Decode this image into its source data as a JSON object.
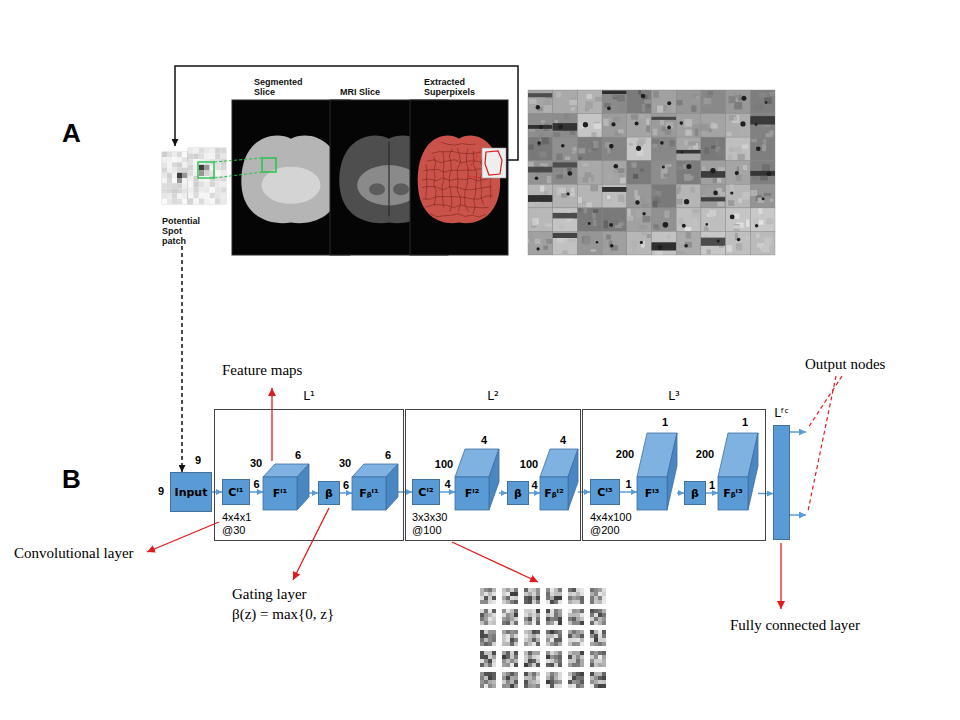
{
  "diagram": {
    "nodes": [
      {
        "text": [
          "Potential Spot patch"
        ]
      },
      {
        "text": [
          "Segmented Slice"
        ]
      },
      {
        "text": [
          "MRI Slice"
        ]
      },
      {
        "text": [
          "Extracted Superpixels"
        ]
      },
      {
        "text": [
          "Input"
        ]
      },
      {
        "text": [
          "L¹"
        ]
      },
      {
        "text": [
          "Cⁱ¹"
        ],
        "in": 5
      },
      {
        "text": [
          "Fⁱ¹"
        ],
        "in": 5
      },
      {
        "text": [
          "β"
        ],
        "in": 5
      },
      {
        "text": [
          "Fᵦⁱ¹"
        ],
        "in": 5
      },
      {
        "text": [
          "L²"
        ]
      },
      {
        "text": [
          "Cⁱ²"
        ],
        "in": 10
      },
      {
        "text": [
          "Fⁱ²"
        ],
        "in": 10
      },
      {
        "text": [
          "β"
        ],
        "in": 10
      },
      {
        "text": [
          "Fᵦⁱ²"
        ],
        "in": 10
      },
      {
        "text": [
          "L³"
        ]
      },
      {
        "text": [
          "Cⁱ³"
        ],
        "in": 15
      },
      {
        "text": [
          "Fⁱ³"
        ],
        "in": 15
      },
      {
        "text": [
          "β"
        ],
        "in": 15
      },
      {
        "text": [
          "Fᵦⁱ³"
        ],
        "in": 15
      },
      {
        "text": [
          "Lᶠᶜ"
        ]
      }
    ],
    "edges": [
      {
        "from": 3,
        "to": 0,
        "arrow": "to"
      },
      {
        "from": 0,
        "to": 4,
        "arrow": "to"
      },
      {
        "from": 4,
        "to": 6,
        "arrow": "to"
      },
      {
        "from": 6,
        "to": 7,
        "arrow": "to",
        "label": "6"
      },
      {
        "from": 7,
        "to": 8,
        "arrow": "to"
      },
      {
        "from": 8,
        "to": 9,
        "arrow": "to",
        "label": "6"
      },
      {
        "from": 9,
        "to": 11,
        "arrow": "to"
      },
      {
        "from": 11,
        "to": 12,
        "arrow": "to",
        "label": "4"
      },
      {
        "from": 12,
        "to": 13,
        "arrow": "to"
      },
      {
        "from": 13,
        "to": 14,
        "arrow": "to",
        "label": "4"
      },
      {
        "from": 14,
        "to": 16,
        "arrow": "to"
      },
      {
        "from": 16,
        "to": 17,
        "arrow": "to",
        "label": "1"
      },
      {
        "from": 17,
        "to": 18,
        "arrow": "to"
      },
      {
        "from": 18,
        "to": 19,
        "arrow": "to",
        "label": "1"
      },
      {
        "from": 19,
        "to": 20,
        "arrow": "to"
      }
    ],
    "labels": [
      "A",
      "B",
      "9",
      "9",
      "30",
      "6",
      "4x4x1 @30",
      "30",
      "6",
      "100",
      "4",
      "3x3x30 @100",
      "100",
      "4",
      "200",
      "1",
      "4x4x100 @200",
      "200",
      "1",
      "Feature maps",
      "Convolutional layer",
      "Gating layer",
      "β(z) = max{0, z}",
      "Output nodes",
      "Fully connected layer"
    ]
  }
}
